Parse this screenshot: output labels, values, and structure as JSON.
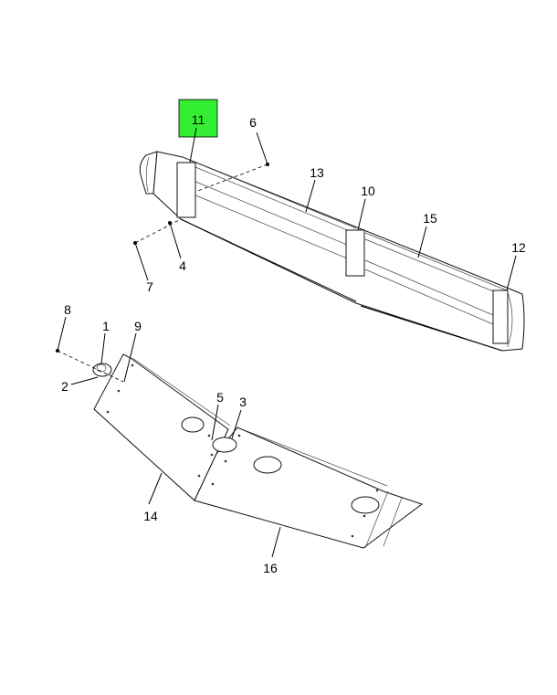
{
  "diagram": {
    "highlight_color": "#33ee33",
    "highlighted_callout": "11",
    "callouts": {
      "c1": "1",
      "c2": "2",
      "c3": "3",
      "c4": "4",
      "c5": "5",
      "c6": "6",
      "c7": "7",
      "c8": "8",
      "c9": "9",
      "c10": "10",
      "c11": "11",
      "c12": "12",
      "c13": "13",
      "c14": "14",
      "c15": "15",
      "c16": "16"
    }
  }
}
